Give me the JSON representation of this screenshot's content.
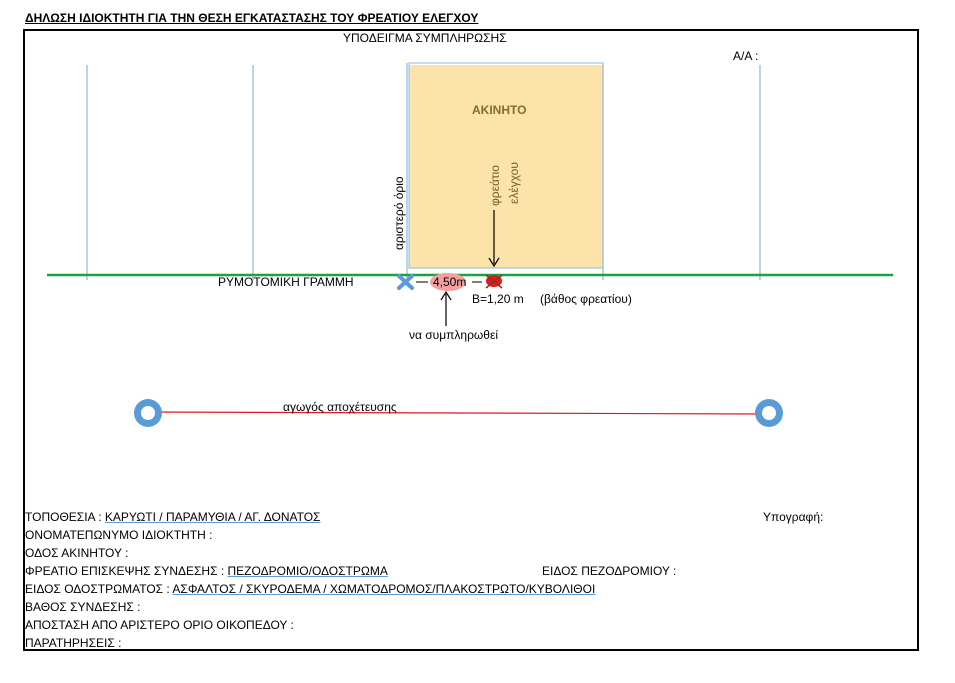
{
  "title": "ΔΗΛΩΣΗ ΙΔΙΟΚΤΗΤΗ ΓΙΑ ΤΗΝ ΘΕΣΗ ΕΓΚΑΤΑΣΤΑΣΗΣ ΤΟΥ ΦΡΕΑΤΙΟΥ ΕΛΕΓΧΟΥ",
  "diagram": {
    "sample_label": "ΥΠΟΔΕΙΓΜΑ ΣΥΜΠΛΗΡΩΣΗΣ",
    "serial_label": "Α/Α :",
    "property_label": "ΑΚΙΝΗΤΟ",
    "left_boundary_label": "αριστερό όριο",
    "manhole_label_line1": "φρεάτιο",
    "manhole_label_line2": "ελέγχου",
    "building_line_label": "ΡΥΜΟΤΟΜΙΚΗ ΓΡΑΜΜΗ",
    "distance_value": "4,50m",
    "depth_value": "Β=1,20 m",
    "depth_note": "(βάθος φρεατίου)",
    "fill_note": "να συμπληρωθεί",
    "sewer_label": "αγωγός αποχέτευσης"
  },
  "form": {
    "location_label": "ΤΟΠΟΘΕΣΙΑ : ",
    "location_value": "ΚΑΡΥΩΤΙ / ΠΑΡΑΜΥΘΙΑ / ΑΓ. ΔΟΝΑΤΟΣ",
    "signature_label": "Υπογραφή:",
    "owner_label": "ΟΝΟΜΑΤΕΠΩΝΥΜΟ ΙΔΙΟΚΤΗΤΗ :",
    "street_label": "ΟΔΟΣ ΑΚΙΝΗΤΟΥ :",
    "connection_label": "ΦΡΕΑΤΙΟ ΕΠΙΣΚΕΨΗΣ ΣΥΝΔΕΣΗΣ :  ",
    "connection_value": "ΠΕΖΟΔΡΟΜΙΟ/ΟΔΟΣΤΡΩΜΑ",
    "sidewalk_type_label": "ΕΙΔΟΣ ΠΕΖΟΔΡΟΜΙΟΥ :",
    "pavement_label": "ΕΙΔΟΣ ΟΔΟΣΤΡΩΜΑΤΟΣ : ",
    "pavement_value": "ΑΣΦΑΛΤΟΣ / ΣΚΥΡΟΔΕΜΑ / ΧΩΜΑΤΟΔΡΟΜΟΣ/ΠΛΑΚΟΣΤΡΩΤΟ/ΚΥΒΟΛΙΘΟΙ",
    "depth_label": "ΒΑΘΟΣ ΣΥΝΔΕΣΗΣ :",
    "distance_label": "ΑΠΟΣΤΑΣΗ ΑΠΟ ΑΡΙΣΤΕΡΟ ΟΡΙΟ ΟΙΚΟΠΕΔΟΥ :",
    "remarks_label": "ΠΑΡΑΤΗΡΗΣΕΙΣ :"
  },
  "colors": {
    "building_line": "#1aa33a",
    "property_fill": "#fbe3a9",
    "lot_lines": "#8fb8dc",
    "sewer_line": "#e0191f",
    "manhole_ring": "#5b9bd5",
    "distance_marker": "#f4a0a0"
  }
}
